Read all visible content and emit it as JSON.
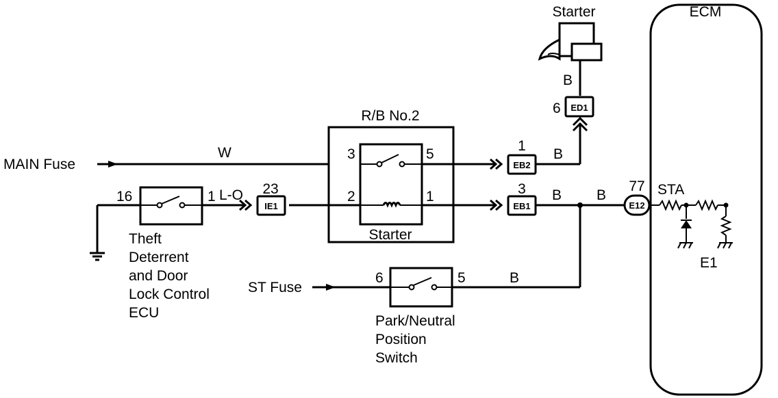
{
  "labels": {
    "main_fuse": "MAIN Fuse",
    "st_fuse": "ST Fuse",
    "starter_top": "Starter",
    "ecm": "ECM",
    "rb_title": "R/B No.2",
    "relay_name": "Starter",
    "ecu_line1": "Theft",
    "ecu_line2": "Deterrent",
    "ecu_line3": "and Door",
    "ecu_line4": "Lock Control",
    "ecu_line5": "ECU",
    "pnp_line1": "Park/Neutral",
    "pnp_line2": "Position",
    "pnp_line3": "Switch",
    "sta": "STA",
    "e1": "E1"
  },
  "wires": {
    "w": "W",
    "lo": "L-O",
    "b_starter": "B",
    "b_eb2": "B",
    "b_eb1": "B",
    "b_to_ecm": "B",
    "b_pnp": "B"
  },
  "pins": {
    "ecu_16": "16",
    "ecu_1": "1",
    "ie1_num": "23",
    "rb_3": "3",
    "rb_5": "5",
    "rb_2": "2",
    "rb_1": "1",
    "eb2_num": "1",
    "eb1_num": "3",
    "ed1_num": "6",
    "e12_num": "77",
    "pnp_6": "6",
    "pnp_5": "5"
  },
  "connectors": {
    "ed1": "ED1",
    "eb2": "EB2",
    "eb1": "EB1",
    "ie1": "IE1",
    "e12": "E12"
  }
}
